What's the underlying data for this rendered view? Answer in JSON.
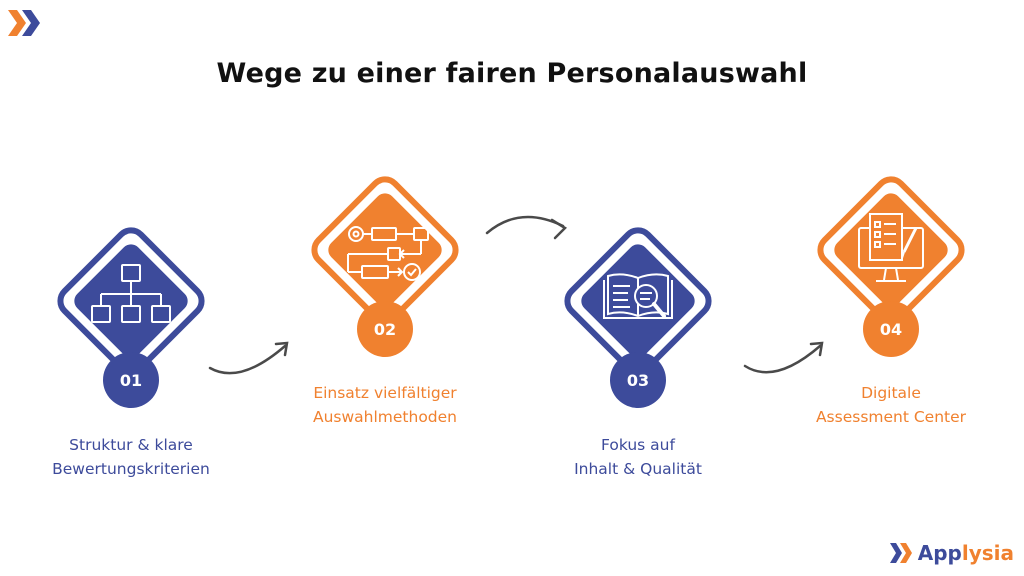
{
  "title": "Wege zu einer fairen Personalauswahl",
  "colors": {
    "blue": "#3d4b9b",
    "orange": "#f0812f",
    "title": "#111111"
  },
  "steps": [
    {
      "number": "01",
      "line1": "Struktur & klare",
      "line2": "Bewertungskriterien",
      "icon": "org-chart-icon",
      "color": "blue"
    },
    {
      "number": "02",
      "line1": "Einsatz vielfältiger",
      "line2": "Auswahlmethoden",
      "icon": "process-flow-icon",
      "color": "orange"
    },
    {
      "number": "03",
      "line1": "Fokus auf",
      "line2": "Inhalt & Qualität",
      "icon": "book-magnifier-icon",
      "color": "blue"
    },
    {
      "number": "04",
      "line1": "Digitale",
      "line2": "Assessment Center",
      "icon": "checklist-monitor-icon",
      "color": "orange"
    }
  ],
  "brand": {
    "part1": "App",
    "part2": "lysia"
  }
}
